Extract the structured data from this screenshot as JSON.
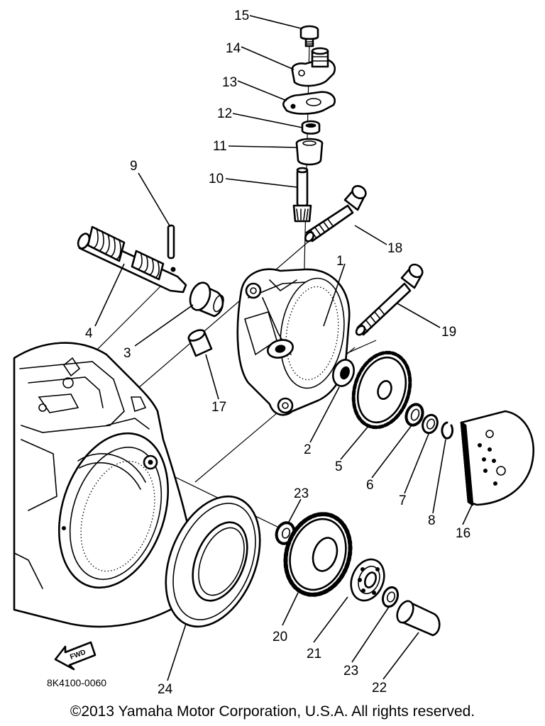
{
  "diagram": {
    "reference_code": "8K4100-0060",
    "fwd_label": "FWD",
    "callouts": {
      "p1": "1",
      "p2": "2",
      "p3": "3",
      "p4": "4",
      "p5": "5",
      "p6": "6",
      "p7": "7",
      "p8": "8",
      "p9": "9",
      "p10": "10",
      "p11": "11",
      "p12": "12",
      "p13": "13",
      "p14": "14",
      "p15": "15",
      "p16": "16",
      "p17": "17",
      "p18": "18",
      "p19": "19",
      "p20": "20",
      "p21": "21",
      "p22": "22",
      "p23a": "23",
      "p23b": "23",
      "p24": "24"
    }
  },
  "footer": {
    "copyright": "©2013 Yamaha Motor Corporation, U.S.A. All rights reserved."
  }
}
